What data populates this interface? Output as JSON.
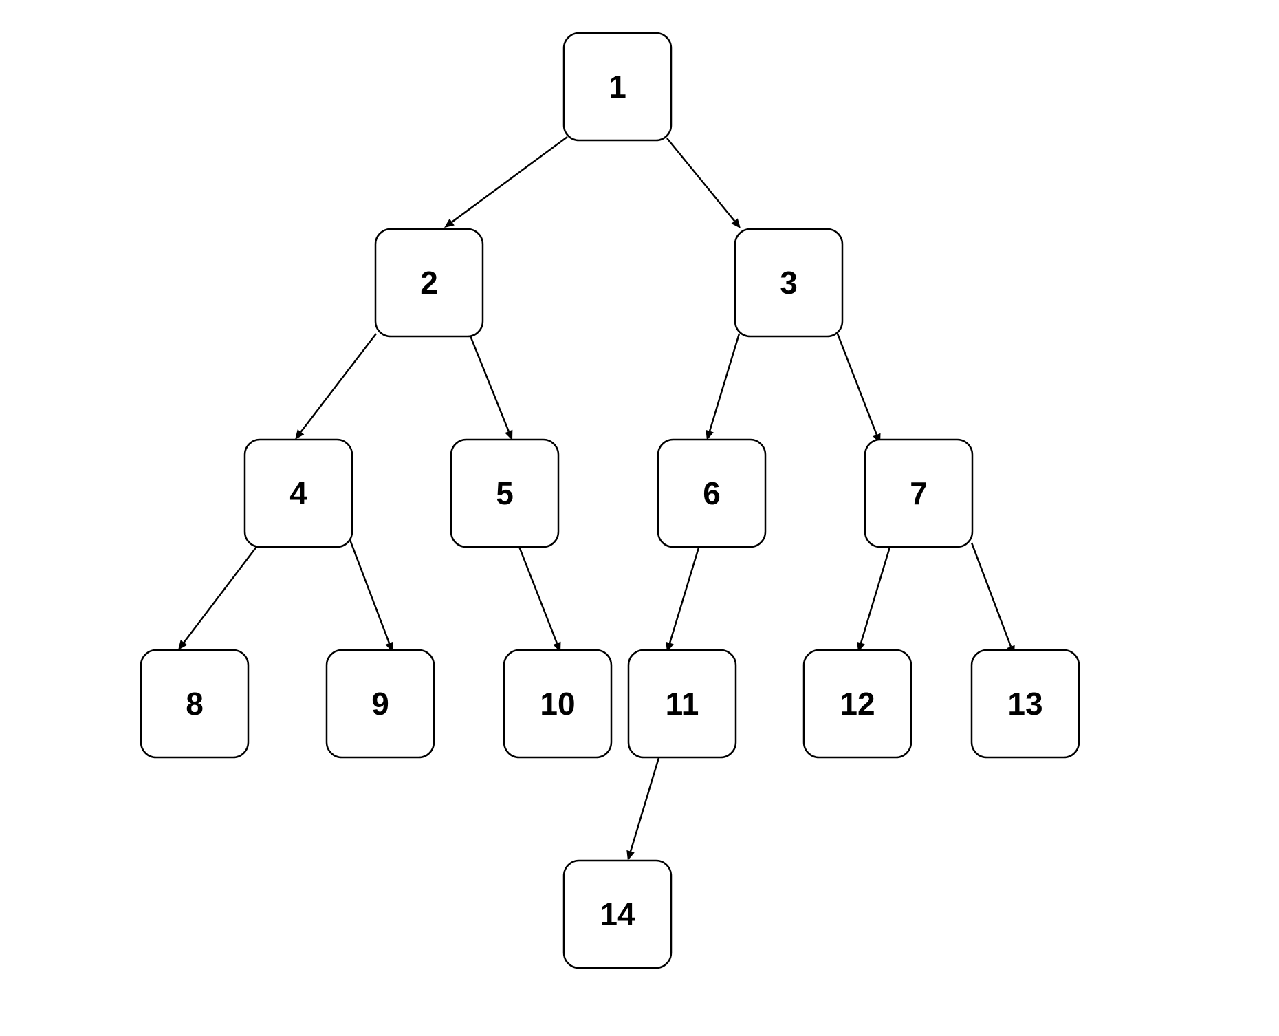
{
  "diagram": {
    "type": "binary-tree",
    "nodes": [
      {
        "id": "1",
        "label": "1"
      },
      {
        "id": "2",
        "label": "2"
      },
      {
        "id": "3",
        "label": "3"
      },
      {
        "id": "4",
        "label": "4"
      },
      {
        "id": "5",
        "label": "5"
      },
      {
        "id": "6",
        "label": "6"
      },
      {
        "id": "7",
        "label": "7"
      },
      {
        "id": "8",
        "label": "8"
      },
      {
        "id": "9",
        "label": "9"
      },
      {
        "id": "10",
        "label": "10"
      },
      {
        "id": "11",
        "label": "11"
      },
      {
        "id": "12",
        "label": "12"
      },
      {
        "id": "13",
        "label": "13"
      },
      {
        "id": "14",
        "label": "14"
      }
    ],
    "edges": [
      {
        "from": "1",
        "to": "2"
      },
      {
        "from": "1",
        "to": "3"
      },
      {
        "from": "2",
        "to": "4"
      },
      {
        "from": "2",
        "to": "5"
      },
      {
        "from": "3",
        "to": "6"
      },
      {
        "from": "3",
        "to": "7"
      },
      {
        "from": "4",
        "to": "8"
      },
      {
        "from": "4",
        "to": "9"
      },
      {
        "from": "5",
        "to": "10"
      },
      {
        "from": "6",
        "to": "11"
      },
      {
        "from": "7",
        "to": "12"
      },
      {
        "from": "7",
        "to": "13"
      },
      {
        "from": "11",
        "to": "14"
      }
    ],
    "colors": {
      "stroke": "#000000",
      "fill": "#ffffff",
      "text": "#000000"
    }
  }
}
